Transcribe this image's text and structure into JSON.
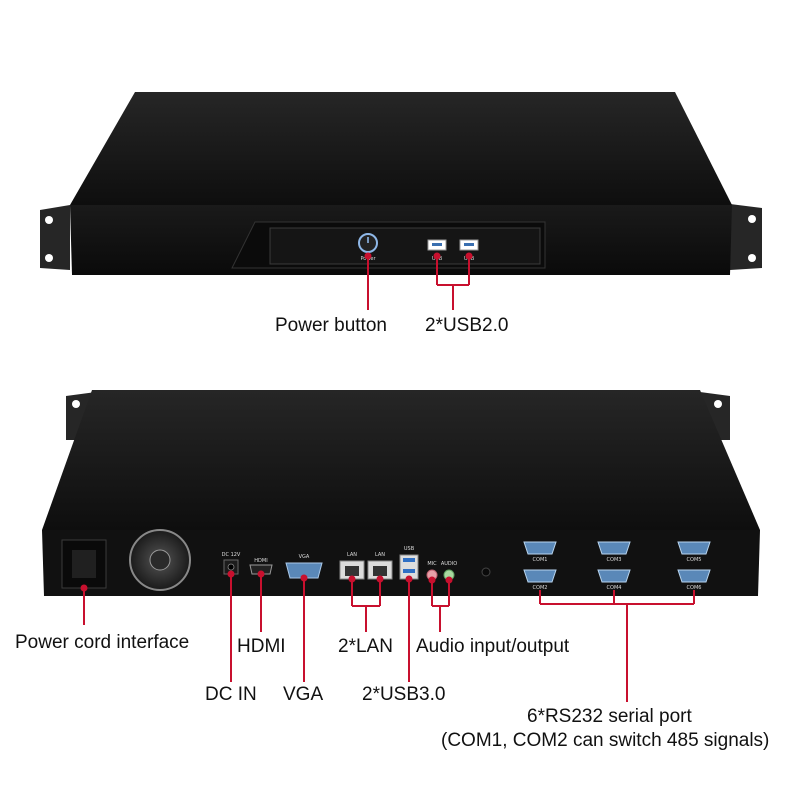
{
  "front_panel": {
    "power_icon_caption": "Power",
    "usb_captions": [
      "USB",
      "USB"
    ]
  },
  "rear_panel": {
    "port_captions": {
      "dc": "DC 12V",
      "hdmi": "HDMI",
      "vga": "VGA",
      "lan1": "LAN",
      "lan2": "LAN",
      "usb3": "USB",
      "mic": "MIC",
      "audio": "AUDIO",
      "com": [
        "COM1",
        "COM3",
        "COM5",
        "COM2",
        "COM4",
        "COM6"
      ]
    }
  },
  "callouts": {
    "power_button": "Power button",
    "usb2": "2*USB2.0",
    "power_cord": "Power cord interface",
    "hdmi": "HDMI",
    "dc_in": "DC IN",
    "vga": "VGA",
    "lan": "2*LAN",
    "usb3": "2*USB3.0",
    "audio": "Audio input/output",
    "serial_line1": "6*RS232 serial port",
    "serial_line2": "(COM1, COM2 can switch 485 signals)"
  },
  "colors": {
    "callout_line": "#c8102e",
    "chassis": "#141414",
    "chassis_top": "#1c1c1c",
    "bracket": "#2a2a2a",
    "db9_port": "#5a88b8"
  }
}
